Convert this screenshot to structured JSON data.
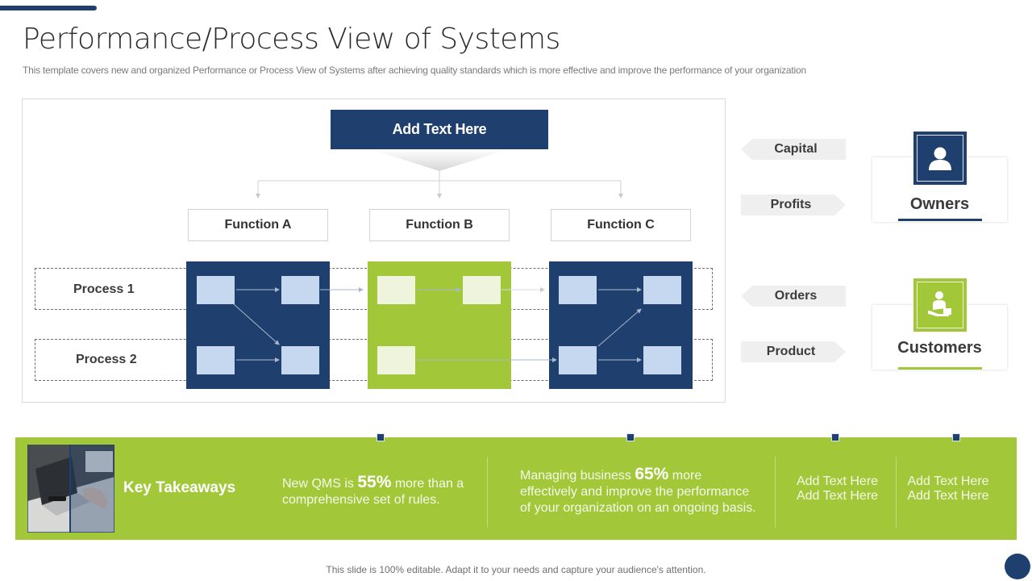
{
  "slide": {
    "title": "Performance/Process  View of Systems",
    "subtitle": "This template covers new and organized Performance or Process View of Systems after achieving quality standards which is more effective and improve the performance of your organization",
    "footer": "This slide is 100% editable. Adapt it to your needs and capture your audience's attention."
  },
  "colors": {
    "navy": "#1f3f6e",
    "green": "#a2c83a",
    "navy_cell": "#c6d8ef",
    "green_cell": "#eff4dd"
  },
  "diagram": {
    "header": "Add Text Here",
    "functions": [
      "Function A",
      "Function B",
      "Function C"
    ],
    "processes": [
      "Process 1",
      "Process 2"
    ]
  },
  "flows": {
    "owners": {
      "label": "Owners",
      "icon": "user-icon",
      "incoming": "Capital",
      "outgoing": "Profits"
    },
    "customers": {
      "label": "Customers",
      "icon": "customer-service-icon",
      "incoming": "Orders",
      "outgoing": "Product"
    }
  },
  "takeaways": {
    "title": "Key Takeaways",
    "items": [
      {
        "pre": "New QMS is ",
        "highlight": "55%",
        "post": "  more than a comprehensive  set of rules."
      },
      {
        "pre": "Managing business ",
        "highlight": "65%",
        "post": " more effectively  and improve the performance of your organization on an ongoing basis."
      },
      {
        "line1": "Add Text Here",
        "line2": "Add Text Here"
      },
      {
        "line1": "Add Text Here",
        "line2": "Add Text Here"
      }
    ]
  }
}
